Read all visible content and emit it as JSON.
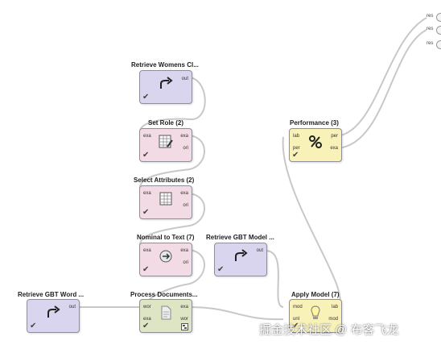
{
  "operators": {
    "retrieve_womens": {
      "title": "Retrieve Womens Cl...",
      "out_port": "out"
    },
    "set_role": {
      "title": "Set Role (2)",
      "in_port": "exa",
      "out_ports": [
        "exa",
        "ori"
      ]
    },
    "select_attributes": {
      "title": "Select Attributes (2)",
      "in_port": "exa",
      "out_ports": [
        "exa",
        "ori"
      ]
    },
    "nominal_to_text": {
      "title": "Nominal to Text (7)",
      "in_port": "exa",
      "out_ports": [
        "exa",
        "ori"
      ]
    },
    "retrieve_gbt_model": {
      "title": "Retrieve GBT Model ...",
      "out_port": "out"
    },
    "retrieve_gbt_word": {
      "title": "Retrieve GBT Word ...",
      "out_port": "out"
    },
    "process_documents": {
      "title": "Process Documents...",
      "in_ports": [
        "wor",
        "exa"
      ],
      "out_ports": [
        "exa",
        "wor"
      ]
    },
    "performance": {
      "title": "Performance (3)",
      "in_ports": [
        "lab",
        "per"
      ],
      "out_ports": [
        "per",
        "exa"
      ]
    },
    "apply_model": {
      "title": "Apply Model (7)",
      "in_ports": [
        "mod",
        "unl"
      ],
      "out_ports": [
        "lab",
        "mod"
      ]
    }
  },
  "results": [
    "res",
    "res",
    "res"
  ],
  "watermark": "掘金技术社区 @ 布客飞龙"
}
